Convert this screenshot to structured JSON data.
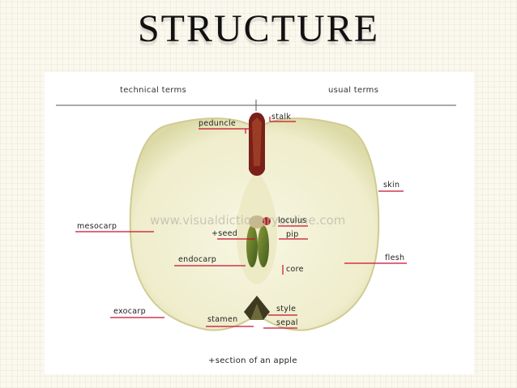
{
  "slide": {
    "title": "STRUCTURE"
  },
  "diagram": {
    "header_left": "technical terms",
    "header_right": "usual terms",
    "watermark": "www.visualdictionaryonline.com",
    "caption": "section of an apple",
    "labels": {
      "peduncle": "peduncle",
      "stalk": "stalk",
      "skin": "skin",
      "mesocarp": "mesocarp",
      "loculus": "loculus",
      "seed": "seed",
      "pip": "pip",
      "endocarp": "endocarp",
      "core": "core",
      "flesh": "flesh",
      "exocarp": "exocarp",
      "style": "style",
      "stamen": "stamen",
      "sepal": "sepal"
    },
    "colors": {
      "leader_line": "#c8102e",
      "flesh": "#f3f1d6",
      "skin": "#d9d7a8"
    }
  }
}
